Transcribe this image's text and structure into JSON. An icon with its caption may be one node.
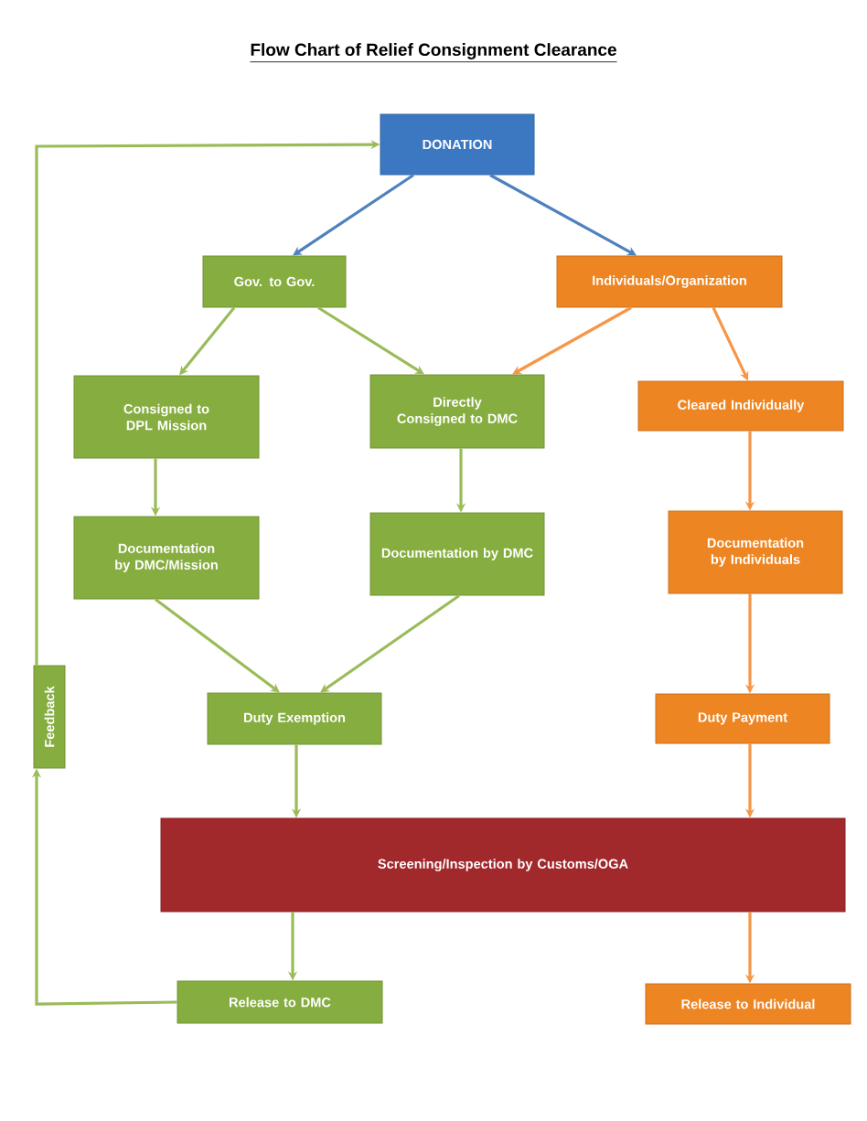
{
  "diagram": {
    "title": "Flow Chart of Relief Consignment Clearance",
    "nodes": [
      {
        "text": [
          "DONATION"
        ]
      },
      {
        "text": [
          "Gov. to Gov."
        ]
      },
      {
        "text": [
          "Individuals/Organization"
        ]
      },
      {
        "text": [
          "Consigned to DPL Mission"
        ]
      },
      {
        "text": [
          "Directly Consigned to DMC"
        ]
      },
      {
        "text": [
          "Cleared Individually"
        ]
      },
      {
        "text": [
          "Documentation by DMC/Mission"
        ]
      },
      {
        "text": [
          "Documentation by DMC"
        ]
      },
      {
        "text": [
          "Documentation by Individuals"
        ]
      },
      {
        "text": [
          "Duty Exemption"
        ]
      },
      {
        "text": [
          "Duty Payment"
        ]
      },
      {
        "text": [
          "Screening/Inspection by Customs/OGA"
        ]
      },
      {
        "text": [
          "Release to DMC"
        ]
      },
      {
        "text": [
          "Release to Individual"
        ]
      },
      {
        "text": [
          "Feedback"
        ]
      }
    ],
    "edges": [
      {
        "from": 0,
        "to": 1,
        "arrow": "to",
        "color": "#4f81bd"
      },
      {
        "from": 0,
        "to": 2,
        "arrow": "to",
        "color": "#4f81bd"
      },
      {
        "from": 1,
        "to": 3,
        "arrow": "to"
      },
      {
        "from": 1,
        "to": 4,
        "arrow": "to"
      },
      {
        "from": 2,
        "to": 4,
        "arrow": "to",
        "color": "#f79646"
      },
      {
        "from": 2,
        "to": 5,
        "arrow": "to",
        "color": "#f79646"
      },
      {
        "from": 3,
        "to": 6,
        "arrow": "to"
      },
      {
        "from": 4,
        "to": 7,
        "arrow": "to"
      },
      {
        "from": 5,
        "to": 8,
        "arrow": "to",
        "color": "#f79646"
      },
      {
        "from": 6,
        "to": 9,
        "arrow": "to"
      },
      {
        "from": 7,
        "to": 9,
        "arrow": "to"
      },
      {
        "from": 8,
        "to": 10,
        "arrow": "to",
        "color": "#f79646"
      },
      {
        "from": 9,
        "to": 11,
        "arrow": "to"
      },
      {
        "from": 10,
        "to": 11,
        "arrow": "to",
        "color": "#f79646"
      },
      {
        "from": 11,
        "to": 12,
        "arrow": "to"
      },
      {
        "from": 11,
        "to": 13,
        "arrow": "to",
        "color": "#f79646"
      },
      {
        "from": 12,
        "to": 14,
        "arrow": "to"
      },
      {
        "from": 14,
        "to": 0,
        "arrow": "to"
      }
    ]
  }
}
